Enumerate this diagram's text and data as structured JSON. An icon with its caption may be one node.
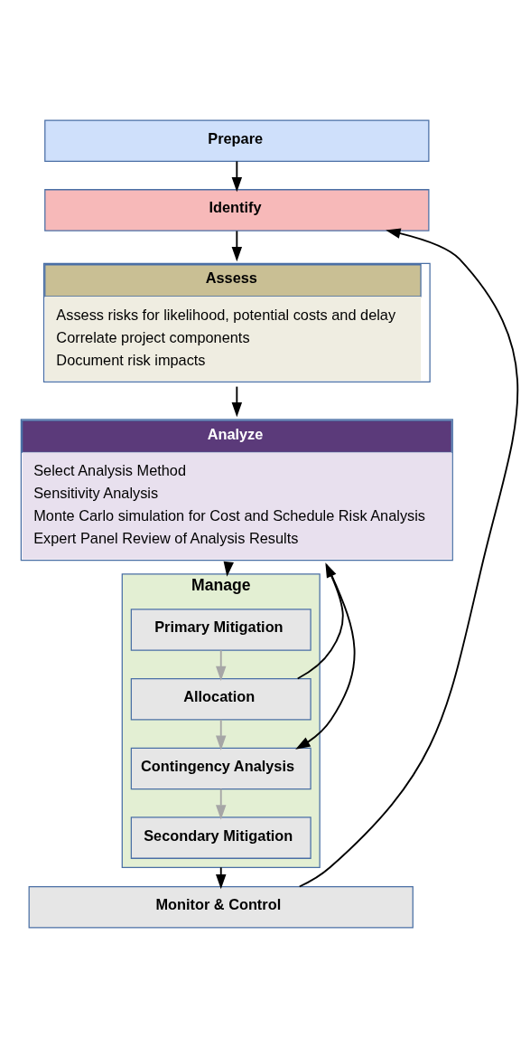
{
  "diagram": {
    "nodes": [
      {
        "text": [
          "Prepare"
        ]
      },
      {
        "text": [
          "Identify"
        ]
      },
      {
        "text": [
          "Assess",
          "Assess risks for likelihood, potential costs and delay",
          "Correlate project components",
          "Document risk impacts"
        ]
      },
      {
        "text": [
          "Analyze",
          "Select Analysis Method",
          "Sensitivity Analysis",
          "Monte Carlo simulation for Cost and Schedule Risk Analysis",
          "Expert Panel Review of Analysis Results"
        ]
      },
      {
        "text": [
          "Manage"
        ]
      },
      {
        "text": [
          "Primary Mitigation"
        ],
        "in": 4
      },
      {
        "text": [
          "Allocation"
        ],
        "in": 4
      },
      {
        "text": [
          "Contingency Analysis"
        ],
        "in": 4
      },
      {
        "text": [
          "Secondary Mitigation"
        ],
        "in": 4
      },
      {
        "text": [
          "Monitor & Control"
        ]
      }
    ],
    "edges": [
      {
        "from": 0,
        "to": 1,
        "arrow": "to"
      },
      {
        "from": 1,
        "to": 2,
        "arrow": "to"
      },
      {
        "from": 2,
        "to": 3,
        "arrow": "to"
      },
      {
        "from": 3,
        "to": 4,
        "arrow": "to"
      },
      {
        "from": 5,
        "to": 6,
        "arrow": "to",
        "color": "#a6a6a6"
      },
      {
        "from": 6,
        "to": 7,
        "arrow": "to",
        "color": "#a6a6a6"
      },
      {
        "from": 7,
        "to": 8,
        "arrow": "to",
        "color": "#a6a6a6"
      },
      {
        "from": 4,
        "to": 9,
        "arrow": "to"
      },
      {
        "from": 6,
        "to": 3,
        "arrow": "to"
      },
      {
        "from": 3,
        "to": 7,
        "arrow": "to"
      },
      {
        "from": 9,
        "to": 1,
        "arrow": "to"
      }
    ]
  }
}
